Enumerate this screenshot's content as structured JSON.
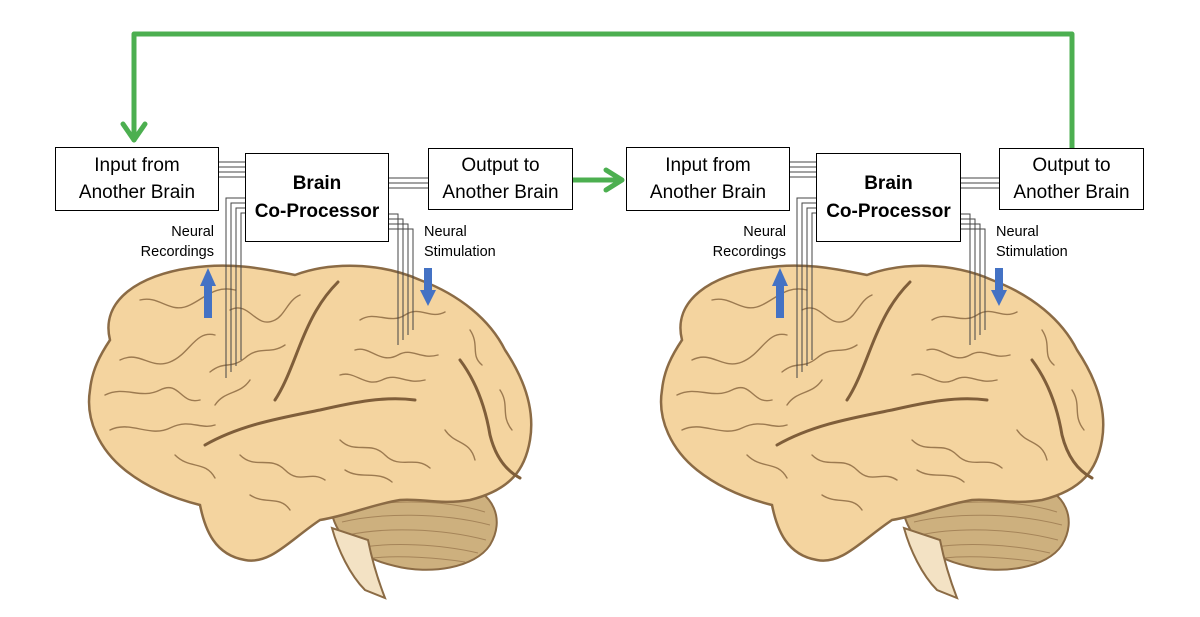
{
  "colors": {
    "brain_fill": "#F4D49F",
    "brain_outline": "#8B6B45",
    "brain_fold": "#9C7A50",
    "cerebellum": "#CDB07E",
    "arrow_green": "#4CAF50",
    "signal_blue": "#4472C4"
  },
  "units": [
    {
      "input": {
        "line1": "Input from",
        "line2": "Another Brain"
      },
      "coprocessor": {
        "line1": "Brain",
        "line2": "Co-Processor"
      },
      "output": {
        "line1": "Output to",
        "line2": "Another Brain"
      },
      "recordings": {
        "line1": "Neural",
        "line2": "Recordings"
      },
      "stimulation": {
        "line1": "Neural",
        "line2": "Stimulation"
      }
    },
    {
      "input": {
        "line1": "Input from",
        "line2": "Another Brain"
      },
      "coprocessor": {
        "line1": "Brain",
        "line2": "Co-Processor"
      },
      "output": {
        "line1": "Output to",
        "line2": "Another Brain"
      },
      "recordings": {
        "line1": "Neural",
        "line2": "Recordings"
      },
      "stimulation": {
        "line1": "Neural",
        "line2": "Stimulation"
      }
    }
  ]
}
